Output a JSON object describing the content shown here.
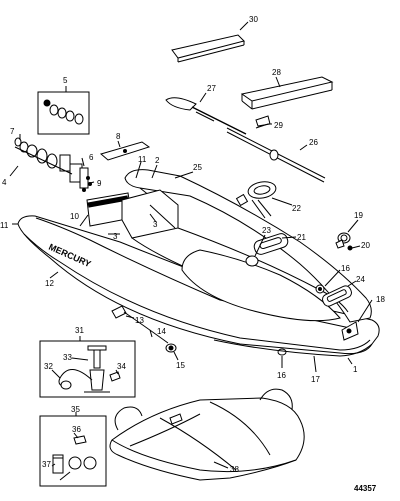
{
  "brand": "MERCURY",
  "reference_number": "44357",
  "callouts": [
    {
      "id": "c1",
      "text": "1"
    },
    {
      "id": "c2",
      "text": "2"
    },
    {
      "id": "c3a",
      "text": "3"
    },
    {
      "id": "c3b",
      "text": "3"
    },
    {
      "id": "c4",
      "text": "4"
    },
    {
      "id": "c5",
      "text": "5"
    },
    {
      "id": "c6",
      "text": "6"
    },
    {
      "id": "c7",
      "text": "7"
    },
    {
      "id": "c8",
      "text": "8"
    },
    {
      "id": "c9",
      "text": "9"
    },
    {
      "id": "c10",
      "text": "10"
    },
    {
      "id": "c11a",
      "text": "11"
    },
    {
      "id": "c11b",
      "text": "11"
    },
    {
      "id": "c12",
      "text": "12"
    },
    {
      "id": "c13",
      "text": "13"
    },
    {
      "id": "c14",
      "text": "14"
    },
    {
      "id": "c15",
      "text": "15"
    },
    {
      "id": "c16a",
      "text": "16"
    },
    {
      "id": "c16b",
      "text": "16"
    },
    {
      "id": "c17",
      "text": "17"
    },
    {
      "id": "c18",
      "text": "18"
    },
    {
      "id": "c19",
      "text": "19"
    },
    {
      "id": "c20",
      "text": "20"
    },
    {
      "id": "c21",
      "text": "21"
    },
    {
      "id": "c22",
      "text": "22"
    },
    {
      "id": "c23",
      "text": "23"
    },
    {
      "id": "c24",
      "text": "24"
    },
    {
      "id": "c25",
      "text": "25"
    },
    {
      "id": "c26",
      "text": "26"
    },
    {
      "id": "c27",
      "text": "27"
    },
    {
      "id": "c28",
      "text": "28"
    },
    {
      "id": "c29",
      "text": "29"
    },
    {
      "id": "c30",
      "text": "30"
    },
    {
      "id": "c31",
      "text": "31"
    },
    {
      "id": "c32",
      "text": "32"
    },
    {
      "id": "c33",
      "text": "33"
    },
    {
      "id": "c34",
      "text": "34"
    },
    {
      "id": "c35",
      "text": "35"
    },
    {
      "id": "c36",
      "text": "36"
    },
    {
      "id": "c37",
      "text": "37"
    },
    {
      "id": "c38",
      "text": "38"
    }
  ]
}
